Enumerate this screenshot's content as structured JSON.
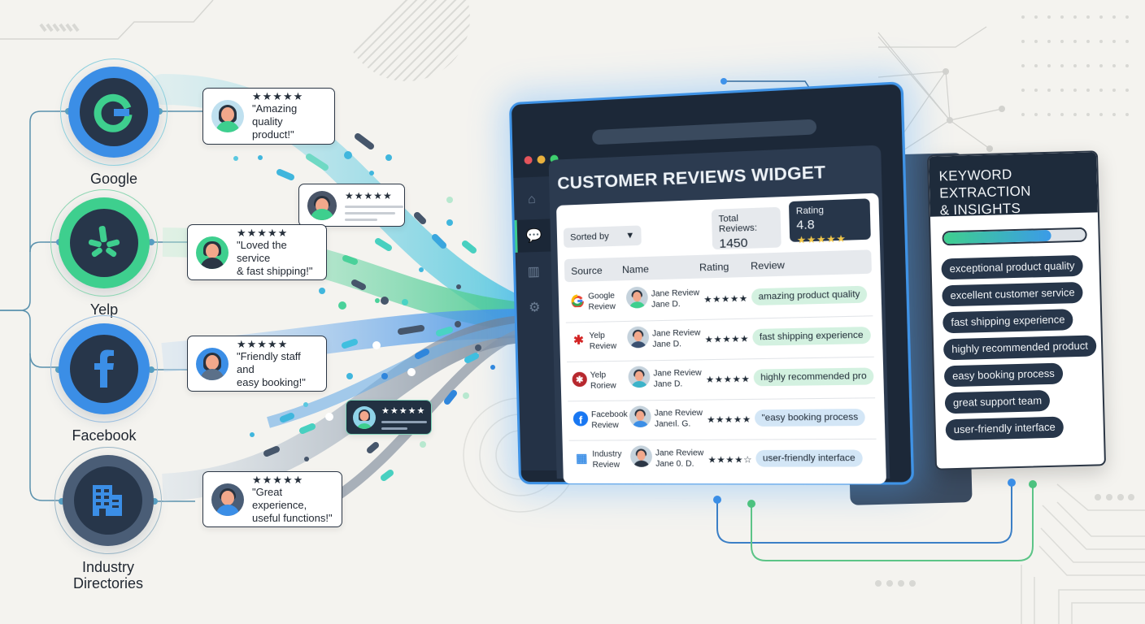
{
  "sources": [
    {
      "id": "google",
      "label": "Google",
      "color": "#3b8ee6"
    },
    {
      "id": "yelp",
      "label": "Yelp",
      "color": "#3ecf8e"
    },
    {
      "id": "facebook",
      "label": "Facebook",
      "color": "#3b8ee6"
    },
    {
      "id": "industry",
      "label": "Industry\nDirectories",
      "label_line1": "Industry",
      "label_line2": "Directories",
      "color": "#4a5d76"
    }
  ],
  "review_cards": [
    {
      "stars": "★★★★★",
      "quote_line1": "\"Amazing quality",
      "quote_line2": "product!\""
    },
    {
      "stars": "★★★★★",
      "quote_line1": "\"Loved the service",
      "quote_line2": "& fast shipping!\""
    },
    {
      "stars": "★★★★★",
      "quote_line1": "\"Friendly staff and",
      "quote_line2": "easy booking!\""
    },
    {
      "stars": "★★★★★",
      "quote_line1": "\"Great experience,",
      "quote_line2": "useful functions!\""
    }
  ],
  "mini_cards": [
    {
      "stars": "★★★★★"
    },
    {
      "stars": "★★★★★"
    }
  ],
  "widget": {
    "title": "CUSTOMER REVIEWS WIDGET",
    "sorted_by": "Sorted by",
    "total_label": "Total Reviews:",
    "total_value": "1450",
    "rating_label": "Rating",
    "rating_value": "4.8",
    "rating_stars": "★★★★★",
    "columns": [
      "Source",
      "Name",
      "Rating",
      "Review"
    ],
    "rows": [
      {
        "source_line1": "Google",
        "source_line2": "Review",
        "name_line1": "Jane Review",
        "name_line2": "Jane D.",
        "stars": "★★★★★",
        "review": "amazing product quality",
        "pill": "green"
      },
      {
        "source_line1": "Yelp",
        "source_line2": "Review",
        "name_line1": "Jane Review",
        "name_line2": "Jane D.",
        "stars": "★★★★★",
        "review": "fast shipping experience",
        "pill": "green"
      },
      {
        "source_line1": "Yelp",
        "source_line2": "Roriew",
        "name_line1": "Jane Review",
        "name_line2": "Jane D.",
        "stars": "★★★★★",
        "review": "highly recommended pro",
        "pill": "green"
      },
      {
        "source_line1": "Facebook",
        "source_line2": "Review",
        "name_line1": "Jane Review",
        "name_line2": "Janeıl. G.",
        "stars": "★★★★★",
        "review": "\"easy booking process",
        "pill": "blue"
      },
      {
        "source_line1": "Industry",
        "source_line2": "Review",
        "name_line1": "Jane Review",
        "name_line2": "Jane 0. D.",
        "stars": "★★★★☆",
        "review": "user-friendly interface",
        "pill": "blue"
      }
    ]
  },
  "keywords": {
    "title_line1": "KEYWORD EXTRACTION",
    "title_line2": "& INSIGHTS",
    "progress_percent": 76,
    "items": [
      "exceptional product quality",
      "excellent customer service",
      "fast shipping experience",
      "highly recommended product",
      "easy booking process",
      "great support team",
      "user-friendly interface"
    ]
  },
  "colors": {
    "background": "#f4f3ef",
    "navy": "#27364a",
    "accent_blue": "#3b9be8",
    "accent_green": "#3ecf8e",
    "pill_green": "#d3f1e0",
    "pill_blue": "#d3e6f6",
    "gold": "#f3c84b"
  }
}
